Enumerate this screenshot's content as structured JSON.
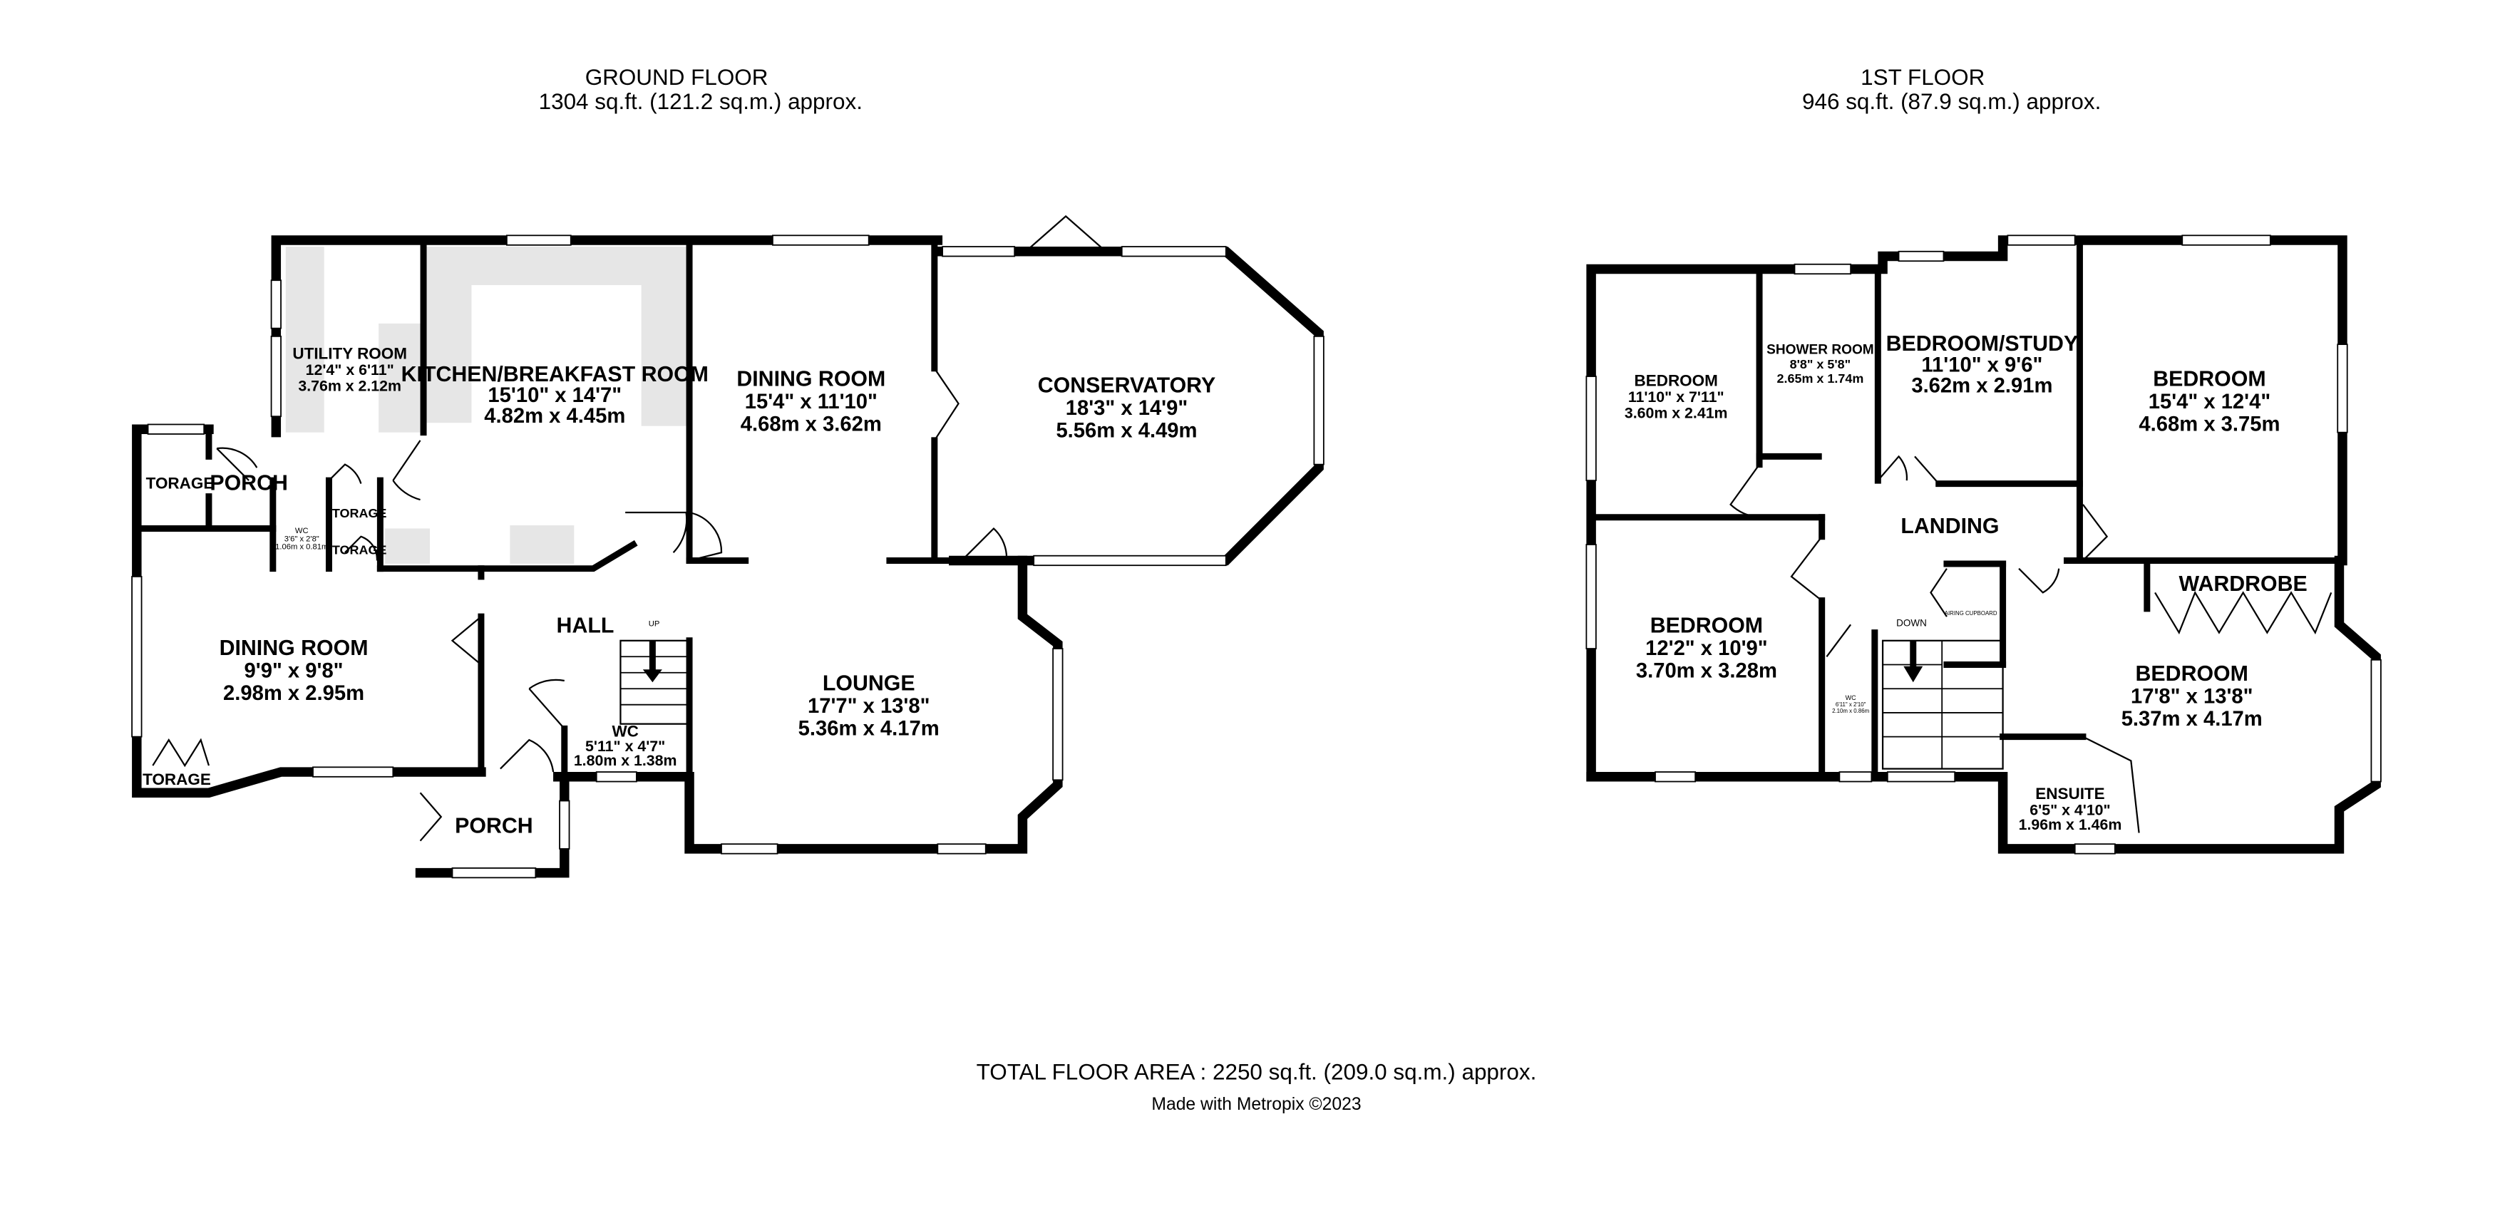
{
  "ground_floor": {
    "title": "GROUND FLOOR",
    "area": "1304 sq.ft. (121.2 sq.m.) approx.",
    "rooms": {
      "utility": {
        "name": "UTILITY ROOM",
        "imperial": "12'4\"  x 6'11\"",
        "metric": "3.76m  x 2.12m"
      },
      "kitchen": {
        "name": "KITCHEN/BREAKFAST ROOM",
        "imperial": "15'10\"  x 14'7\"",
        "metric": "4.82m  x 4.45m"
      },
      "dining_main": {
        "name": "DINING ROOM",
        "imperial": "15'4\"  x 11'10\"",
        "metric": "4.68m  x 3.62m"
      },
      "conservatory": {
        "name": "CONSERVATORY",
        "imperial": "18'3\"  x 14'9\"",
        "metric": "5.56m  x 4.49m"
      },
      "dining_west": {
        "name": "DINING ROOM",
        "imperial": "9'9\"  x 9'8\"",
        "metric": "2.98m  x 2.95m"
      },
      "hall": {
        "name": "HALL",
        "stairs": "UP"
      },
      "lounge": {
        "name": "LOUNGE",
        "imperial": "17'7\"  x 13'8\"",
        "metric": "5.36m  x 4.17m"
      },
      "wc": {
        "name": "WC",
        "imperial": "5'11\"  x 4'7\"",
        "metric": "1.80m  x 1.38m"
      },
      "wc_small": {
        "name": "WC",
        "imperial": "3'6\" x 2'8\"",
        "metric": "1.06m x 0.81m"
      },
      "porch_west": {
        "name": "PORCH"
      },
      "porch_front": {
        "name": "PORCH"
      },
      "storage_1": {
        "name": "TORAGE"
      },
      "storage_2": {
        "name": "TORAGE"
      },
      "storage_3": {
        "name": "TORAGE"
      },
      "storage_4": {
        "name": "TORAGE"
      }
    }
  },
  "first_floor": {
    "title": "1ST FLOOR",
    "area": "946 sq.ft. (87.9 sq.m.) approx.",
    "rooms": {
      "bedroom_small": {
        "name": "BEDROOM",
        "imperial": "11'10\"  x 7'11\"",
        "metric": "3.60m  x 2.41m"
      },
      "shower": {
        "name": "SHOWER ROOM",
        "imperial": "8'8\"  x 5'8\"",
        "metric": "2.65m  x 1.74m"
      },
      "study": {
        "name": "BEDROOM/STUDY",
        "imperial": "11'10\"  x 9'6\"",
        "metric": "3.62m  x 2.91m"
      },
      "bedroom_ne": {
        "name": "BEDROOM",
        "imperial": "15'4\"  x 12'4\"",
        "metric": "4.68m  x 3.75m"
      },
      "landing": {
        "name": "LANDING",
        "stairs": "DOWN",
        "cupboard": "AIRING CUPBOARD"
      },
      "bedroom_sw": {
        "name": "BEDROOM",
        "imperial": "12'2\"  x 10'9\"",
        "metric": "3.70m  x 3.28m"
      },
      "wardrobe": {
        "name": "WARDROBE"
      },
      "bedroom_master": {
        "name": "BEDROOM",
        "imperial": "17'8\"  x 13'8\"",
        "metric": "5.37m  x 4.17m"
      },
      "ensuite": {
        "name": "ENSUITE",
        "imperial": "6'5\"  x 4'10\"",
        "metric": "1.96m  x 1.46m"
      },
      "wc": {
        "name": "WC",
        "imperial": "6'11\" x 2'10\"",
        "metric": "2.10m x 0.86m"
      }
    }
  },
  "footer": {
    "total": "TOTAL FLOOR AREA : 2250 sq.ft. (209.0 sq.m.) approx.",
    "credit": "Made with Metropix ©2023"
  }
}
